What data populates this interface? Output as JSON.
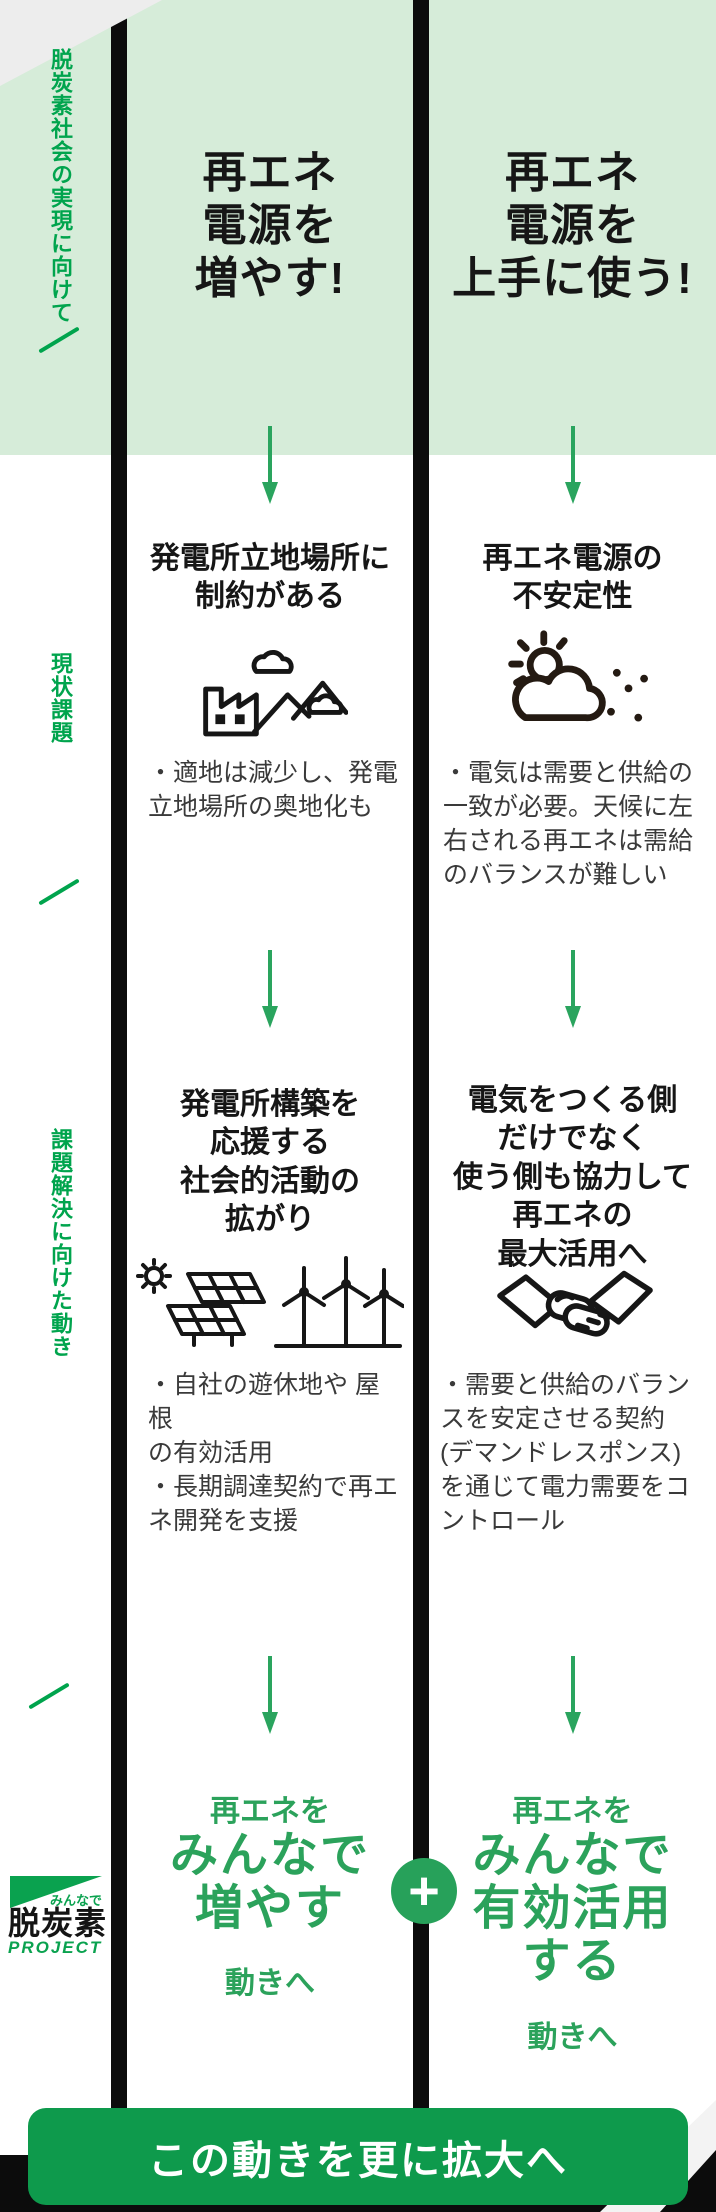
{
  "sidebar": {
    "item1": "脱炭素社会の実現に向けて",
    "item2": "現状課題",
    "item3": "課題解決に向けた動き"
  },
  "columns": [
    {
      "header": "再エネ\n電源を\n増やす!",
      "issue": {
        "title": "発電所立地場所に\n制約がある",
        "icon": "factory-mountains-icon",
        "bullets": "・適地は減少し、発電\n立地場所の奥地化も"
      },
      "solution": {
        "title": "発電所構築を\n応援する\n社会的活動の\n拡がり",
        "icon": "solar-panel-wind-turbine-icon",
        "bullets": "・自社の遊休地や 屋根\nの有効活用\n・長期調達契約で再エ\nネ開発を支援"
      },
      "outcome": {
        "pre": "再エネを",
        "main": "みんなで\n増やす",
        "post": "動きへ"
      }
    },
    {
      "header": "再エネ\n電源を\n上手に使う!",
      "issue": {
        "title": "再エネ電源の\n不安定性",
        "icon": "sun-cloud-rain-icon",
        "bullets": "・電気は需要と供給の\n一致が必要。天候に左\n右される再エネは需給\nのバランスが難しい"
      },
      "solution": {
        "title": "電気をつくる側\nだけでなく\n使う側も協力して\n再エネの\n最大活用へ",
        "icon": "handshake-icon",
        "bullets": "・需要と供給のバラン\nスを安定させる契約\n(デマンドレスポンス)\nを通じて電力需要をコ\nントロール"
      },
      "outcome": {
        "pre": "再エネを",
        "main": "みんなで\n有効活用\nする",
        "post": "動きへ"
      }
    }
  ],
  "plus_symbol": "+",
  "logo": {
    "badge": "みんなで",
    "title": "脱炭素",
    "subtitle": "PROJECT"
  },
  "cta_label": "この動きを更に拡大へ",
  "colors": {
    "brand_green": "#00a44d",
    "accent_green": "#2aa45e",
    "button_green": "#0e9a4c",
    "light_green_bg": "#d6ecd9",
    "ink": "#161616"
  }
}
